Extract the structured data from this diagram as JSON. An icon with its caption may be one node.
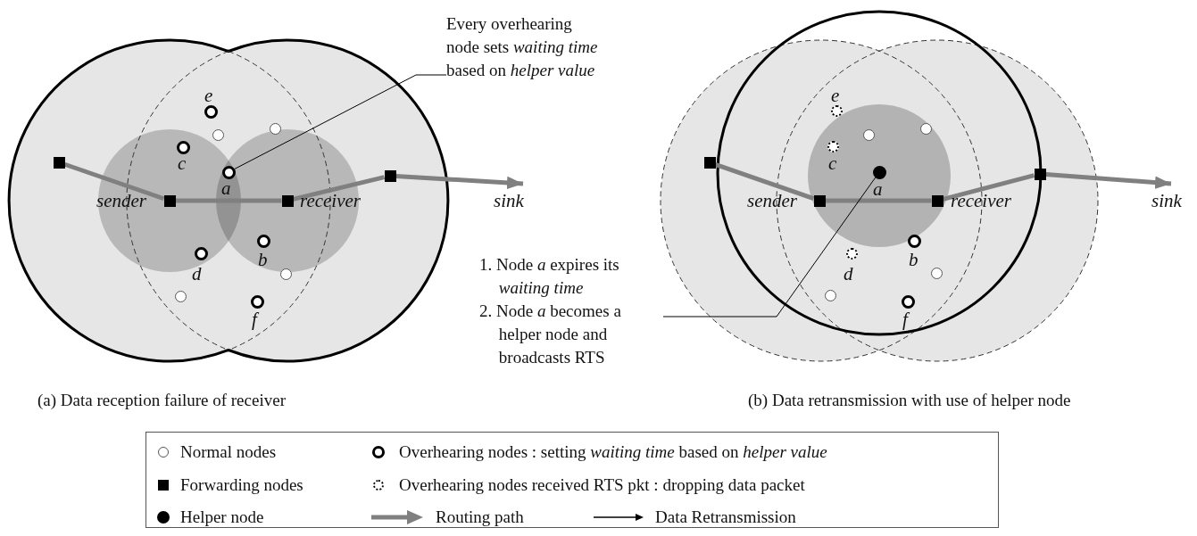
{
  "diagram": {
    "nodes": [
      {
        "text": [],
        "shape": "box"
      },
      {
        "text": [],
        "shape": "box",
        "beside": [
          "sender"
        ]
      },
      {
        "text": [],
        "shape": "box",
        "beside": [
          "receiver"
        ]
      },
      {
        "text": [],
        "shape": "box"
      },
      {
        "text": [
          "sink"
        ]
      },
      {
        "text": [],
        "shape": "circle",
        "beside": [
          "e"
        ]
      },
      {
        "text": [],
        "shape": "circle"
      },
      {
        "text": [],
        "shape": "circle"
      },
      {
        "text": [],
        "shape": "circle",
        "beside": [
          "c"
        ]
      },
      {
        "text": [],
        "shape": "circle",
        "beside": [
          "a"
        ]
      },
      {
        "text": [],
        "shape": "circle",
        "beside": [
          "b"
        ]
      },
      {
        "text": [],
        "shape": "circle",
        "beside": [
          "d"
        ]
      },
      {
        "text": [],
        "shape": "circle"
      },
      {
        "text": [],
        "shape": "circle"
      },
      {
        "text": [],
        "shape": "circle",
        "beside": [
          "f"
        ]
      },
      {
        "text": [
          "Every overhearing node sets *waiting time* based on  *helper value*"
        ]
      },
      {
        "text": [],
        "shape": "box"
      },
      {
        "text": [],
        "shape": "box",
        "beside": [
          "sender"
        ]
      },
      {
        "text": [],
        "shape": "box",
        "beside": [
          "receiver"
        ]
      },
      {
        "text": [],
        "shape": "box"
      },
      {
        "text": [
          "sink"
        ]
      },
      {
        "text": [],
        "shape": "circle",
        "beside": [
          "e"
        ]
      },
      {
        "text": [],
        "shape": "circle"
      },
      {
        "text": [],
        "shape": "circle"
      },
      {
        "text": [],
        "shape": "circle",
        "beside": [
          "c"
        ]
      },
      {
        "text": [],
        "shape": "circle",
        "beside": [
          "a"
        ]
      },
      {
        "text": [],
        "shape": "circle",
        "beside": [
          "b"
        ]
      },
      {
        "text": [],
        "shape": "circle",
        "beside": [
          "d"
        ]
      },
      {
        "text": [],
        "shape": "circle"
      },
      {
        "text": [],
        "shape": "circle"
      },
      {
        "text": [],
        "shape": "circle",
        "beside": [
          "f"
        ]
      },
      {
        "text": [
          "1. Node *a* expires its *waiting time*",
          "2. Node *a* becomes a helper node and broadcasts RTS"
        ]
      }
    ],
    "edges": [
      {
        "from": 0,
        "to": 1,
        "arrow": "none"
      },
      {
        "from": 1,
        "to": 2,
        "arrow": "none"
      },
      {
        "from": 2,
        "to": 3,
        "arrow": "none"
      },
      {
        "from": 3,
        "to": 4,
        "arrow": "to"
      },
      {
        "from": 15,
        "to": 9,
        "arrow": "none",
        "color": "#000000"
      },
      {
        "from": 16,
        "to": 17,
        "arrow": "none"
      },
      {
        "from": 17,
        "to": 18,
        "arrow": "none"
      },
      {
        "from": 18,
        "to": 19,
        "arrow": "none"
      },
      {
        "from": 19,
        "to": 20,
        "arrow": "to"
      },
      {
        "from": 31,
        "to": 25,
        "arrow": "none",
        "color": "#000000"
      }
    ],
    "labels": [
      "(a) Data reception failure of receiver",
      "(b) Data retransmission with use of helper node"
    ],
    "legend": [
      {
        "text": "Normal nodes"
      },
      {
        "text": "Overhearing nodes : setting *waiting time* based on *helper value*"
      },
      {
        "text": "Forwarding nodes"
      },
      {
        "text": "Overhearing nodes received RTS pkt : dropping data packet"
      },
      {
        "text": "Helper node"
      },
      {
        "text": "Routing path"
      },
      {
        "text": "Data Retransmission"
      }
    ]
  }
}
